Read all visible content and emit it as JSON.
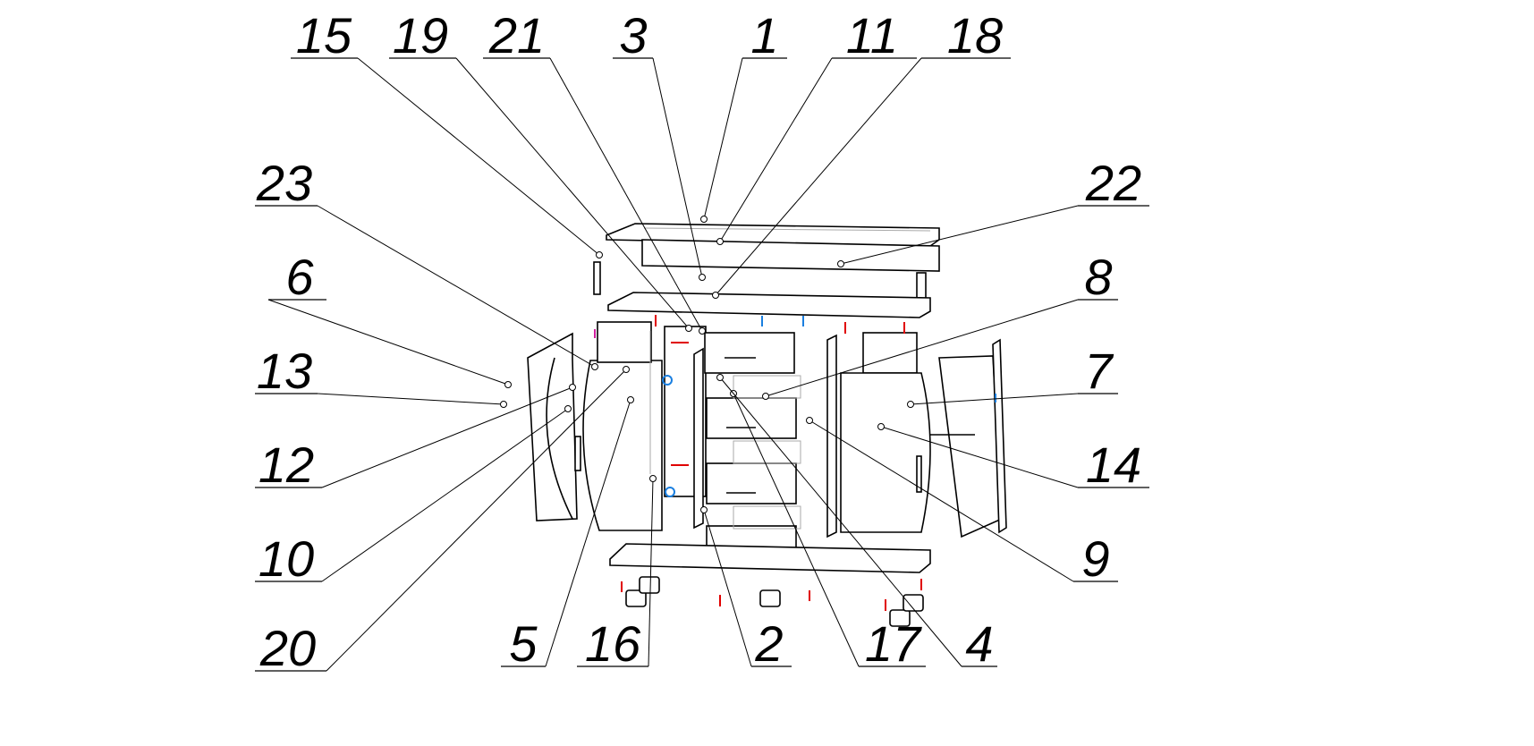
{
  "diagram": {
    "type": "exploded-assembly-view",
    "part_labels": [
      "15",
      "19",
      "21",
      "3",
      "1",
      "11",
      "18",
      "22",
      "23",
      "6",
      "13",
      "12",
      "10",
      "20",
      "5",
      "16",
      "2",
      "17",
      "4",
      "9",
      "14",
      "7",
      "8"
    ],
    "colors": {
      "lines": "#000000",
      "hidden_lines": "#aaaaaa",
      "fasteners_red": "#e00000",
      "fasteners_blue": "#1a7fe0",
      "fasteners_magenta": "#d020a0"
    }
  }
}
